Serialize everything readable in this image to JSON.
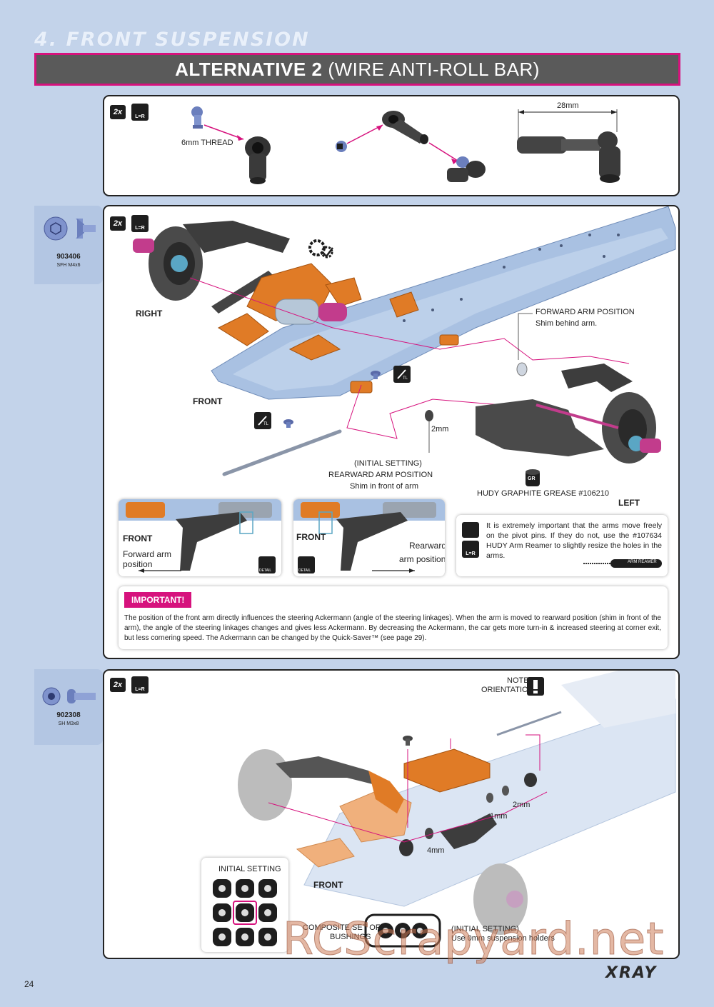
{
  "header": {
    "section_title": "4. FRONT SUSPENSION",
    "banner_bold": "ALTERNATIVE 2",
    "banner_rest": "(WIRE ANTI-ROLL BAR)"
  },
  "step1": {
    "qty": "2x",
    "lr_label": "L=R",
    "thread_label": "6mm THREAD",
    "dimension_label": "28mm"
  },
  "step2": {
    "qty": "2x",
    "lr_label": "L=R",
    "part_code": "903406",
    "part_spec": "SFH M4x6",
    "right_label": "RIGHT",
    "front_label": "FRONT",
    "left_label": "LEFT",
    "forward_title": "FORWARD ARM POSITION",
    "forward_sub": "Shim behind arm.",
    "initial_setting": "(INITIAL SETTING)",
    "rearward_title": "REARWARD ARM POSITION",
    "rearward_sub": "Shim in front of arm",
    "shim_label": "2mm",
    "grease_label": "HUDY GRAPHITE GREASE  #106210",
    "grease_badge": "GR",
    "tl_badge": "TL",
    "detail1": {
      "front": "FRONT",
      "caption_line1": "Forward arm",
      "caption_line2": "position",
      "detail_badge": "DETAIL"
    },
    "detail2": {
      "front": "FRONT",
      "caption_line1": "Rearward",
      "caption_line2": "arm position",
      "detail_badge": "DETAIL"
    },
    "note": {
      "text": "It is extremely important that the arms move freely on the pivot pins. If they do not, use the #107634 HUDY Arm Reamer to slightly resize the holes in the arms.",
      "tool_label": "ARM REAMER",
      "lr_label": "L=R"
    },
    "important": {
      "tag": "IMPORTANT!",
      "text": "The position of the front arm directly influences the steering Ackermann (angle of the steering linkages). When the arm is moved to rearward position (shim in front of  the arm), the angle of the steering linkages changes and gives less Ackermann. By decreasing the Ackermann, the car gets more turn-in & increased steering at corner exit, but less cornering speed. The Ackermann can be changed by the Quick-Saver™ (see page 29)."
    }
  },
  "step3": {
    "qty": "2x",
    "lr_label": "L=R",
    "part_code": "902308",
    "part_spec": "SH M3x8",
    "note_line1": "NOTE",
    "note_line2": "ORIENTATION",
    "shim_2mm": "2mm",
    "shim_1mm": "1mm",
    "shim_4mm": "4mm",
    "front_label": "FRONT",
    "initial_setting": "INITIAL SETTING",
    "bushings_line1": "COMPOSITE SET OF",
    "bushings_line2": "BUSHINGS",
    "initial_line1": "(INITIAL SETTING)",
    "initial_line2": "Use 0mm suspension holders"
  },
  "footer": {
    "page_number": "24",
    "brand": "XRAY",
    "watermark": "RCScrapyard.net"
  },
  "colors": {
    "page_bg": "#c3d3ea",
    "accent_magenta": "#d6127d",
    "banner_bg": "#5a5a5a",
    "aluminium_orange": "#e07b26",
    "chassis_blue": "#a9c1e2"
  }
}
